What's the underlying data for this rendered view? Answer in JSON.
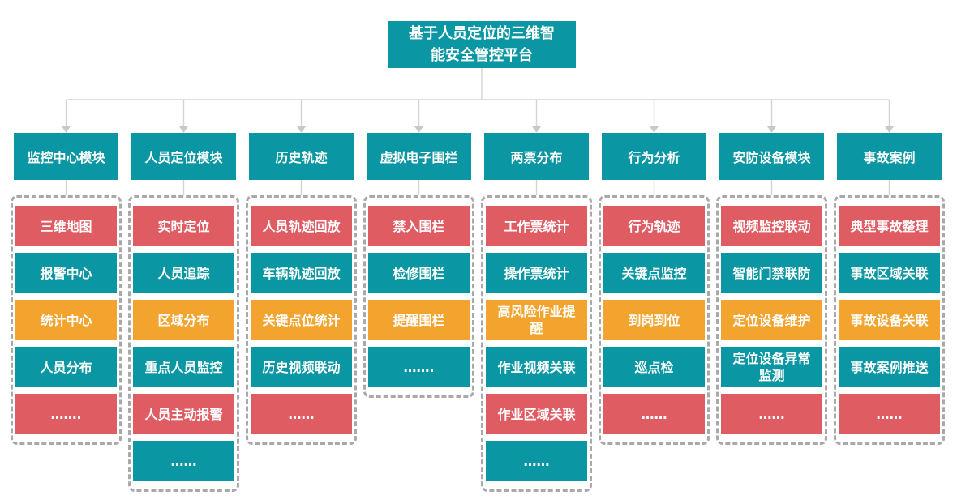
{
  "title": "基于人员定位的三维智能安全管控平台",
  "colors": {
    "teal": "#0A96A2",
    "red": "#E05C63",
    "orange": "#F3A42F",
    "connector_line": "#D4D4D4",
    "arrow": "#C9C9C9",
    "dashed_border": "#A9A9A9",
    "background": "#FFFFFF"
  },
  "columns": [
    {
      "header": "监控中心模块",
      "items": [
        {
          "label": "三维地图",
          "color": "red"
        },
        {
          "label": "报警中心",
          "color": "teal"
        },
        {
          "label": "统计中心",
          "color": "orange"
        },
        {
          "label": "人员分布",
          "color": "teal"
        },
        {
          "label": "…….",
          "color": "red"
        }
      ]
    },
    {
      "header": "人员定位模块",
      "items": [
        {
          "label": "实时定位",
          "color": "red"
        },
        {
          "label": "人员追踪",
          "color": "teal"
        },
        {
          "label": "区域分布",
          "color": "orange"
        },
        {
          "label": "重点人员监控",
          "color": "teal"
        },
        {
          "label": "人员主动报警",
          "color": "red"
        },
        {
          "label": "……",
          "color": "teal"
        }
      ]
    },
    {
      "header": "历史轨迹",
      "items": [
        {
          "label": "人员轨迹回放",
          "color": "red"
        },
        {
          "label": "车辆轨迹回放",
          "color": "teal"
        },
        {
          "label": "关键点位统计",
          "color": "orange"
        },
        {
          "label": "历史视频联动",
          "color": "teal"
        },
        {
          "label": "……",
          "color": "red"
        }
      ]
    },
    {
      "header": "虚拟电子围栏",
      "items": [
        {
          "label": "禁入围栏",
          "color": "red"
        },
        {
          "label": "检修围栏",
          "color": "teal"
        },
        {
          "label": "提醒围栏",
          "color": "orange"
        },
        {
          "label": "…….",
          "color": "teal"
        }
      ]
    },
    {
      "header": "两票分布",
      "items": [
        {
          "label": "工作票统计",
          "color": "red"
        },
        {
          "label": "操作票统计",
          "color": "teal"
        },
        {
          "label": "高风险作业提醒",
          "color": "orange"
        },
        {
          "label": "作业视频关联",
          "color": "teal"
        },
        {
          "label": "作业区域关联",
          "color": "red"
        },
        {
          "label": "……",
          "color": "teal"
        }
      ]
    },
    {
      "header": "行为分析",
      "items": [
        {
          "label": "行为轨迹",
          "color": "red"
        },
        {
          "label": "关键点监控",
          "color": "teal"
        },
        {
          "label": "到岗到位",
          "color": "orange"
        },
        {
          "label": "巡点检",
          "color": "teal"
        },
        {
          "label": "……",
          "color": "red"
        }
      ]
    },
    {
      "header": "安防设备模块",
      "items": [
        {
          "label": "视频监控联动",
          "color": "red"
        },
        {
          "label": "智能门禁联防",
          "color": "teal"
        },
        {
          "label": "定位设备维护",
          "color": "orange"
        },
        {
          "label": "定位设备异常监测",
          "color": "teal"
        },
        {
          "label": "……",
          "color": "red"
        }
      ]
    },
    {
      "header": "事故案例",
      "items": [
        {
          "label": "典型事故整理",
          "color": "red"
        },
        {
          "label": "事故区域关联",
          "color": "teal"
        },
        {
          "label": "事故设备关联",
          "color": "orange"
        },
        {
          "label": "事故案例推送",
          "color": "teal"
        },
        {
          "label": "……",
          "color": "red"
        }
      ]
    }
  ]
}
